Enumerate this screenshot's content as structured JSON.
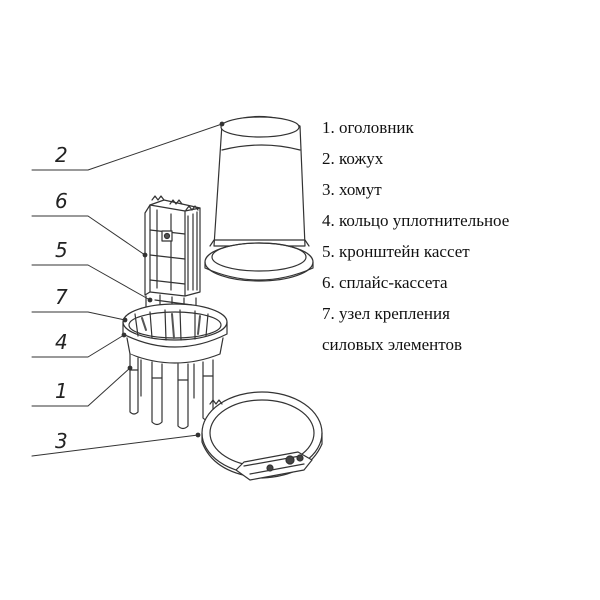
{
  "callouts": [
    "2",
    "6",
    "5",
    "7",
    "4",
    "1",
    "3"
  ],
  "legend": [
    "1. оголовник",
    "2. кожух",
    "3. хомут",
    "4. кольцо уплотнительное",
    "5. кронштейн кассет",
    "6. сплайс-кассета",
    "7. узел крепления",
    "силовых элементов"
  ]
}
